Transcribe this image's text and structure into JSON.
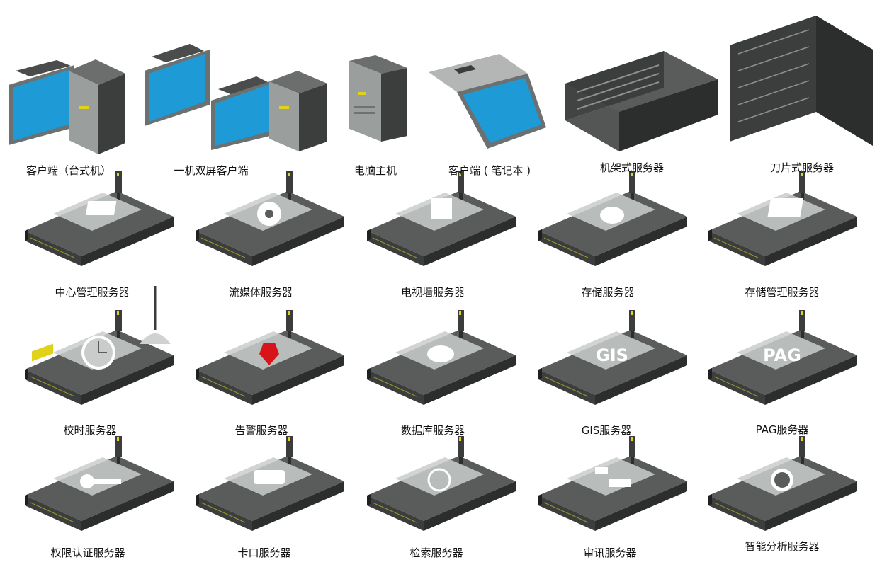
{
  "devices": {
    "row1": [
      {
        "label": "客户端（台式机）",
        "icon": "desktop-client-icon"
      },
      {
        "label": "一机双屏客户端",
        "icon": "dual-screen-client-icon"
      },
      {
        "label": "电脑主机",
        "icon": "pc-host-icon"
      },
      {
        "label": "客户端 ( 笔记本 )",
        "icon": "laptop-client-icon"
      },
      {
        "label": "机架式服务器",
        "icon": "rack-server-icon"
      },
      {
        "label": "刀片式服务器",
        "icon": "blade-server-icon"
      }
    ],
    "servers": [
      {
        "label": "中心管理服务器",
        "icon": "center-management-server-icon"
      },
      {
        "label": "流媒体服务器",
        "icon": "streaming-media-server-icon"
      },
      {
        "label": "电视墙服务器",
        "icon": "tv-wall-server-icon"
      },
      {
        "label": "存储服务器",
        "icon": "storage-server-icon"
      },
      {
        "label": "存储管理服务器",
        "icon": "storage-management-server-icon"
      },
      {
        "label": "校时服务器",
        "icon": "time-sync-server-icon"
      },
      {
        "label": "告警服务器",
        "icon": "alarm-server-icon"
      },
      {
        "label": "数据库服务器",
        "icon": "database-server-icon"
      },
      {
        "label": "GIS服务器",
        "icon": "gis-server-icon",
        "emblem": "GIS"
      },
      {
        "label": "PAG服务器",
        "icon": "pag-server-icon",
        "emblem": "PAG"
      },
      {
        "label": "权限认证服务器",
        "icon": "auth-server-icon"
      },
      {
        "label": "卡口服务器",
        "icon": "checkpoint-server-icon"
      },
      {
        "label": "检索服务器",
        "icon": "search-server-icon"
      },
      {
        "label": "审讯服务器",
        "icon": "interrogation-server-icon"
      },
      {
        "label": "智能分析服务器",
        "icon": "smart-analysis-server-icon"
      }
    ]
  },
  "colors": {
    "case_top": "#595c5b",
    "case_front": "#3b3e3d",
    "case_side": "#2b2e2d",
    "panel": "#c9cccb",
    "screen": "#1e9ad6",
    "bezel": "#6b7070",
    "accent_yellow": "#e0d21a",
    "alarm_red": "#d8141b"
  }
}
